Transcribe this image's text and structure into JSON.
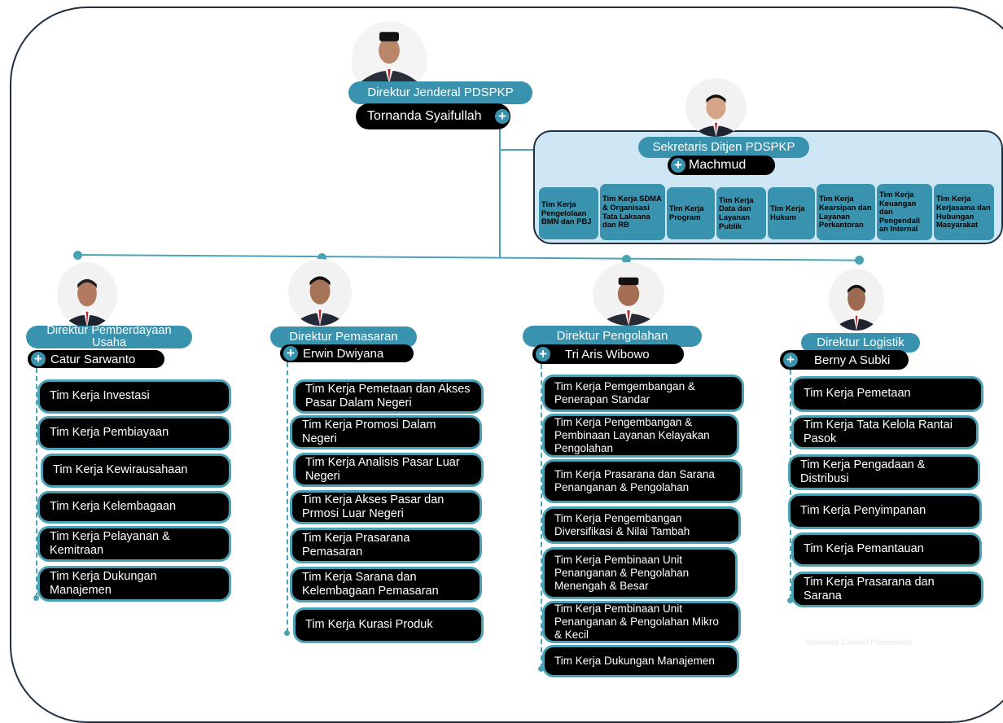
{
  "director_general": {
    "title": "Direktur Jenderal PDSPKP",
    "name": "Tornanda Syaifullah",
    "plus": "+"
  },
  "secretary": {
    "title": "Sekretaris Ditjen PDSPKP",
    "name": "Machmud",
    "plus": "+",
    "teams": [
      "Tim Kerja Pengelolaan BMN dan PBJ",
      "Tim Kerja SDMA & Organisasi Tata Laksana dan RB",
      "Tim Kerja Program",
      "Tim Kerja Data dan Layanan Publik",
      "Tim Kerja Hukum",
      "Tim Kerja Kearsipan dan Layanan Perkantoran",
      "Tim Kerja Keuangan dan Pengendali an Internal",
      "Tim Kerja Kerjasama dan Hubungan Masyarakat"
    ]
  },
  "directors": [
    {
      "title": "Direktur Pemberdayaan Usaha",
      "name": "Catur Sarwanto",
      "plus": "+",
      "teams": [
        "Tim Kerja Investasi",
        "Tim Kerja Pembiayaan",
        "Tim Kerja Kewirausahaan",
        "Tim Kerja Kelembagaan",
        "Tim Kerja Pelayanan & Kemitraan",
        "Tim Kerja Dukungan Manajemen"
      ]
    },
    {
      "title": "Direktur Pemasaran",
      "name": "Erwin Dwiyana",
      "plus": "+",
      "teams": [
        "Tim Kerja Pemetaan dan Akses Pasar Dalam Negeri",
        "Tim Kerja Promosi Dalam Negeri",
        "Tim Kerja Analisis Pasar Luar Negeri",
        "Tim Kerja Akses Pasar dan Prmosi Luar Negeri",
        "Tim Kerja Prasarana Pemasaran",
        "Tim Kerja Sarana dan Kelembagaan Pemasaran",
        "Tim Kerja Kurasi Produk"
      ]
    },
    {
      "title": "Direktur Pengolahan",
      "name": "Tri Aris Wibowo",
      "plus": "+",
      "teams": [
        "Tim Kerja Pemgembangan & Penerapan Standar",
        "Tim Kerja Pengembangan & Pembinaan Layanan Kelayakan Pengolahan",
        "Tim Kerja Prasarana dan Sarana Penanganan & Pengolahan",
        "Tim Kerja Pengembangan Diversifikasi & Nilai Tambah",
        "Tim Kerja Pembinaan Unit Penanganan & Pengolahan Menengah & Besar",
        "Tim Kerja Pembinaan Unit Penanganan & Pengolahan Mikro & Kecil",
        "Tim Kerja Dukungan Manajemen"
      ]
    },
    {
      "title": "Direktur Logistik",
      "name": "Berny A Subki",
      "plus": "+",
      "teams": [
        "Tim Kerja Pemetaan",
        "Tim Kerja Tata Kelola Rantai Pasok",
        "Tim Kerja Pengadaan & Distribusi",
        "Tim Kerja Penyimpanan",
        "Tim Kerja Pemantauan",
        "Tim Kerja Prasarana dan Sarana"
      ]
    }
  ],
  "watermark": "Workforce Connect Presentation",
  "colors": {
    "accent": "#3a93ae",
    "connector": "#4aa3b5",
    "box": "#000000",
    "panel": "#cfe6f5",
    "frame": "#1f3140"
  }
}
